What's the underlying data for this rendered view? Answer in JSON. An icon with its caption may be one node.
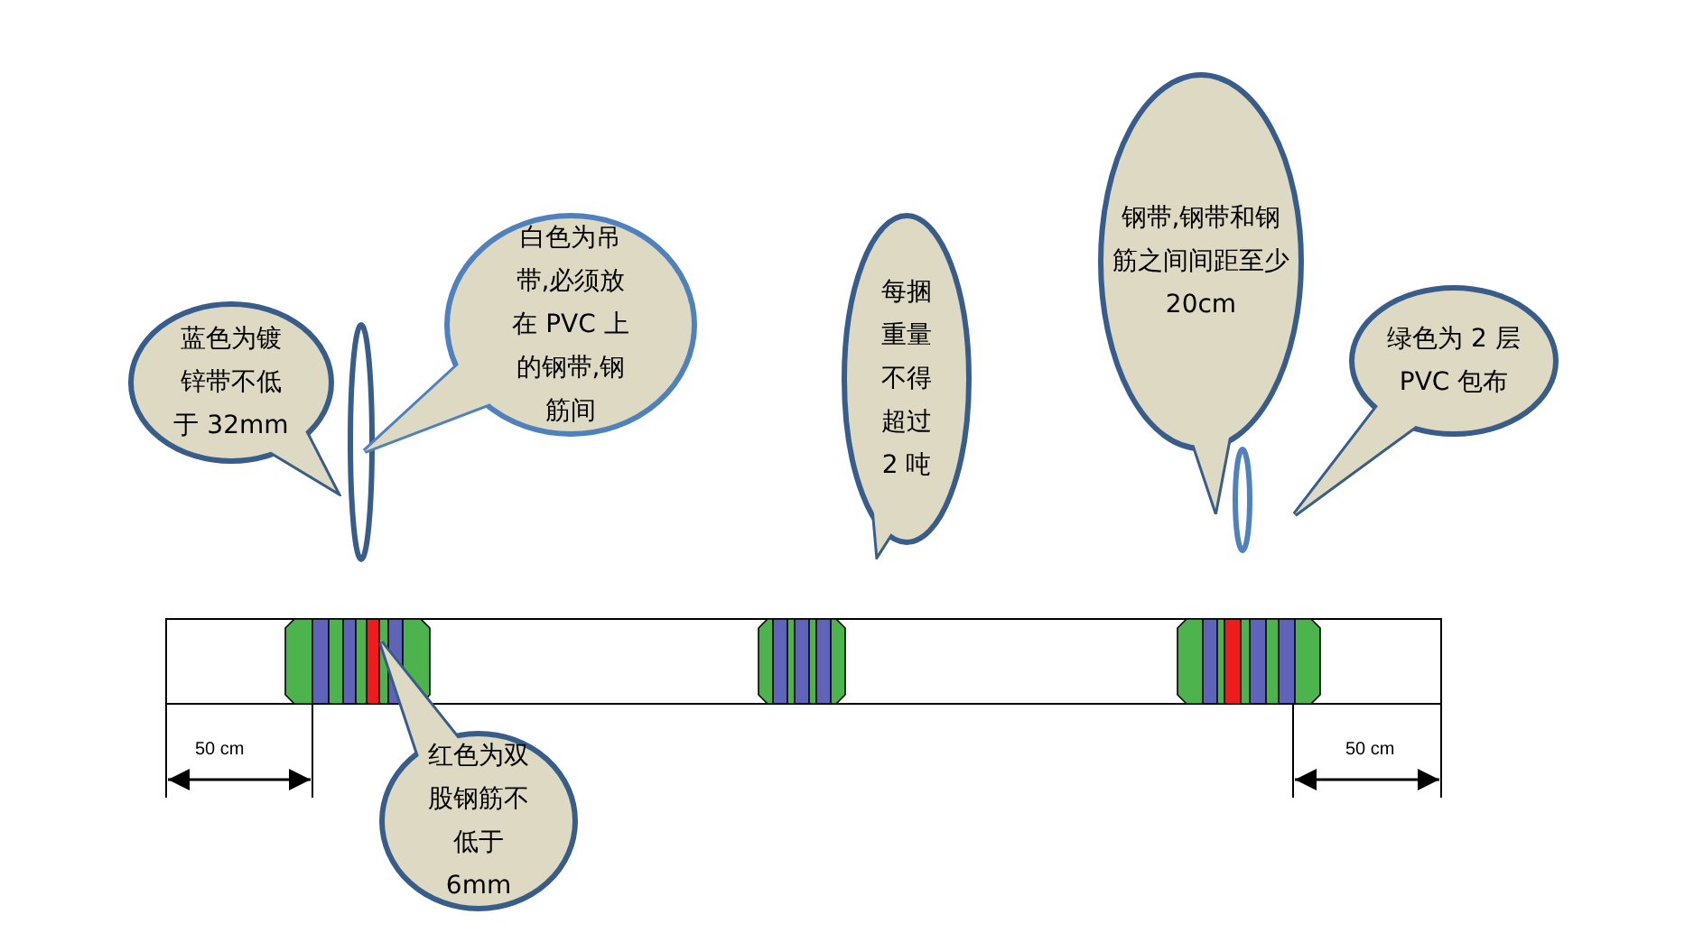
{
  "diagram": {
    "nodes": [
      {
        "text": [
          "蓝色为镀锌带不低于 32mm"
        ]
      },
      {
        "text": [
          "白色为吊带,必须放在 PVC 上的钢带,钢筋间"
        ]
      },
      {
        "text": [
          "每捆重量不得超过 2 吨"
        ]
      },
      {
        "text": [
          "钢带,钢带和钢筋之间间距至少 20cm"
        ]
      },
      {
        "text": [
          "绿色为 2 层 PVC 包布"
        ]
      },
      {
        "text": [
          "红色为双股钢筋不低于 6mm"
        ]
      }
    ],
    "labels": [
      "50 cm",
      "50 cm"
    ]
  }
}
